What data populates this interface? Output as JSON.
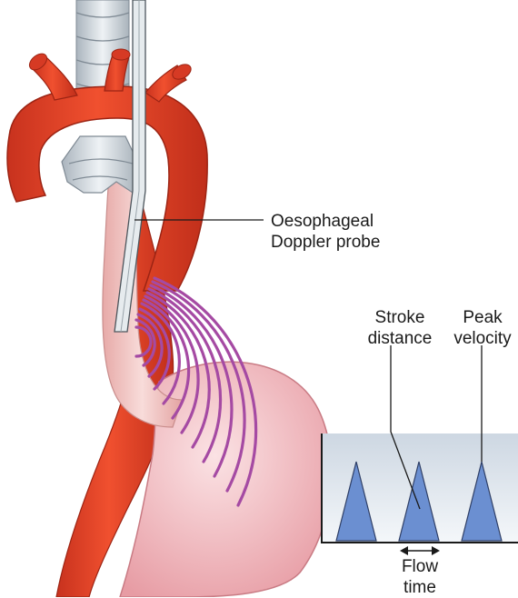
{
  "labels": {
    "probe_line1": "Oesophageal",
    "probe_line2": "Doppler probe",
    "stroke_line1": "Stroke",
    "stroke_line2": "distance",
    "peak_line1": "Peak",
    "peak_line2": "velocity",
    "flow_line1": "Flow",
    "flow_line2": "time"
  },
  "waveform": {
    "peak_count": 3,
    "peaks": [
      1,
      1,
      1
    ]
  },
  "colors": {
    "artery": "#e8452c",
    "artery_dark": "#b92a18",
    "oesophagus": "#f2c6c2",
    "stomach": "#f0b8bc",
    "trachea": "#d6dde3",
    "ultrasound_waves": "#a54aa3",
    "waveform_peak": "#6b8fd1",
    "waveform_panel": "#dde5ee"
  }
}
